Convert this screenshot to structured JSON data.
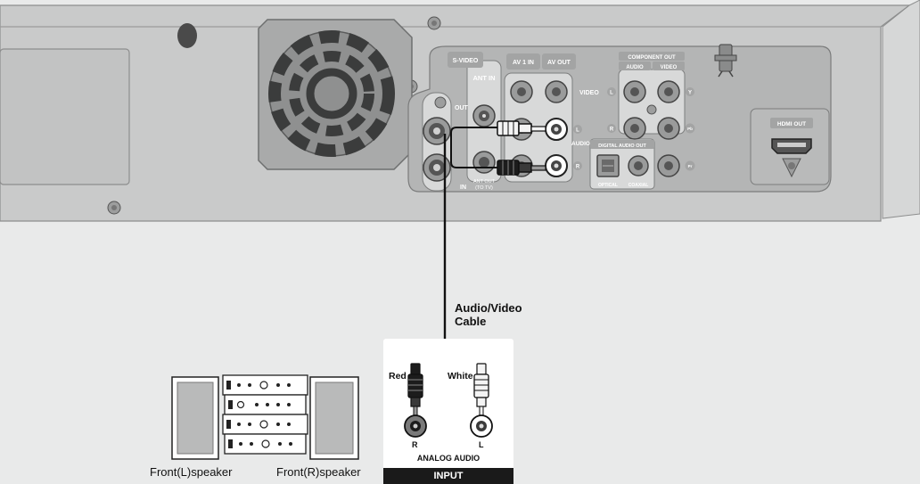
{
  "device_labels": {
    "s_video": "S-VIDEO",
    "ant_in": "ANT IN",
    "out": "OUT",
    "in": "IN",
    "ant_out": "ANT OUT",
    "ant_out_sub": "(TO TV)",
    "av1_in": "AV 1 IN",
    "av_out": "AV OUT",
    "video": "VIDEO",
    "audio": "AUDIO",
    "component_out": "COMPONENT OUT",
    "comp_audio": "AUDIO",
    "comp_video": "VIDEO",
    "digital_audio_out": "DIGITAL AUDIO OUT",
    "optical": "OPTICAL",
    "coaxial": "COAXIAL",
    "hdmi_out": "HDMI OUT",
    "jack_l": "L",
    "jack_r": "R",
    "comp_y": "Y",
    "comp_pb": "Pb",
    "comp_pr": "Pr"
  },
  "cable_label": "Audio/Video\nCable",
  "cable_label_line1": "Audio/Video",
  "cable_label_line2": "Cable",
  "receiver_panel": {
    "red_label": "Red",
    "white_label": "White",
    "r_label": "R",
    "l_label": "L",
    "analog_audio": "ANALOG AUDIO",
    "input": "INPUT"
  },
  "speakers": {
    "left": "Front(L)speaker",
    "right": "Front(R)speaker"
  },
  "colors": {
    "background": "#e9eaea",
    "device_body": "#c9caca",
    "device_panel": "#b4b5b5",
    "cable": "#111111",
    "plug_red": "#1c1c1c",
    "plug_white": "#f4f4f4",
    "input_bar": "#1a1a1a"
  }
}
